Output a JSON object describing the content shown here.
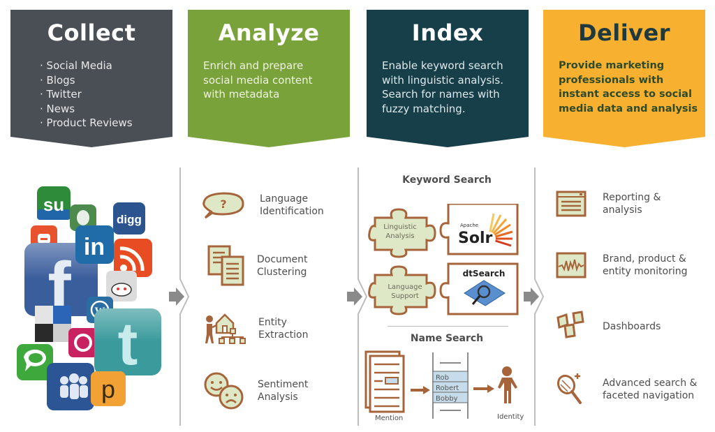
{
  "colors": {
    "collect": "#4a4f56",
    "analyze": "#7aa23a",
    "index": "#173f4a",
    "deliver": "#f7b02f",
    "icon_stroke": "#a5643a",
    "icon_fill": "#dfe8c6",
    "arrow": "#8a8a8a",
    "divider": "#bdbdbd"
  },
  "banners": {
    "collect": {
      "title": "Collect",
      "items": [
        "Social Media",
        "Blogs",
        "Twitter",
        "News",
        "Product Reviews"
      ]
    },
    "analyze": {
      "title": "Analyze",
      "lines": [
        "Enrich and prepare",
        "social media content",
        "with metadata"
      ]
    },
    "index": {
      "title": "Index",
      "lines": [
        "Enable keyword search",
        "with linguistic analysis.",
        "Search for names with",
        "fuzzy matching."
      ]
    },
    "deliver": {
      "title": "Deliver",
      "lines": [
        "Provide marketing",
        "professionals with",
        "instant access to social",
        "media data and analysis"
      ]
    }
  },
  "collect_icons": [
    "stumbleupon",
    "evernote",
    "digg",
    "blogger",
    "linkedin",
    "facebook",
    "rss",
    "reddit",
    "wordpress",
    "delicious",
    "flickr",
    "twitter",
    "technorati",
    "myspace",
    "posterous"
  ],
  "analyze_items": [
    {
      "icon": "speech-bubble-question-icon",
      "line1": "Language",
      "line2": "Identification"
    },
    {
      "icon": "documents-icon",
      "line1": "Document",
      "line2": "Clustering"
    },
    {
      "icon": "entity-hierarchy-icon",
      "line1": "Entity",
      "line2": "Extraction"
    },
    {
      "icon": "smiley-faces-icon",
      "line1": "Sentiment",
      "line2": "Analysis"
    }
  ],
  "index": {
    "keyword_heading": "Keyword Search",
    "puzzle": [
      {
        "line1": "Linguistic",
        "line2": "Analysis"
      },
      {
        "line1": "Language",
        "line2": "Support"
      }
    ],
    "solr": {
      "small": "Apache",
      "big": "Solr"
    },
    "dtsearch": "dtSearch",
    "name_heading": "Name Search",
    "names": [
      "Rob",
      "Robert",
      "Bobby"
    ],
    "mention_label": "Mention",
    "identity_label": "Identity"
  },
  "deliver_items": [
    {
      "icon": "report-window-icon",
      "line1": "Reporting &",
      "line2": "analysis"
    },
    {
      "icon": "monitoring-waveform-icon",
      "line1": "Brand, product &",
      "line2": "entity monitoring"
    },
    {
      "icon": "dashboards-icon",
      "line1": "Dashboards",
      "line2": ""
    },
    {
      "icon": "magnifier-plus-icon",
      "line1": "Advanced search &",
      "line2": "faceted navigation"
    }
  ]
}
